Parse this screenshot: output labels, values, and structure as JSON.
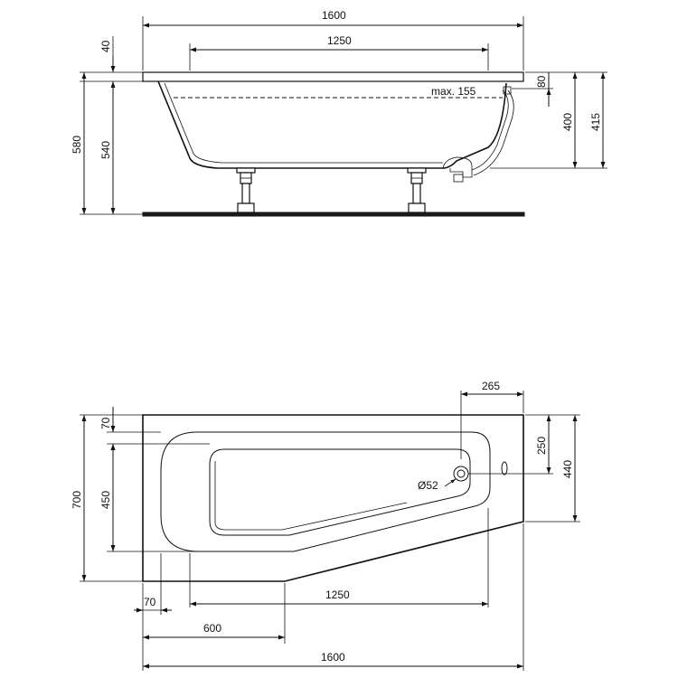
{
  "side_view": {
    "overall_width": "1600",
    "inner_width": "1250",
    "rim_thickness": "40",
    "total_height": "580",
    "bath_height": "540",
    "overflow_offset": "80",
    "depth_inner": "400",
    "depth_outer": "415",
    "max_water_level": "max. 155"
  },
  "top_view": {
    "overflow_to_wall": "265",
    "rim_top": "70",
    "overall_depth": "700",
    "inner_depth": "450",
    "drain_offset": "250",
    "narrow_end_depth": "440",
    "drain_diameter": "Ø52",
    "rim_left": "70",
    "inner_length": "1250",
    "straight_length": "600",
    "overall_length": "1600"
  }
}
